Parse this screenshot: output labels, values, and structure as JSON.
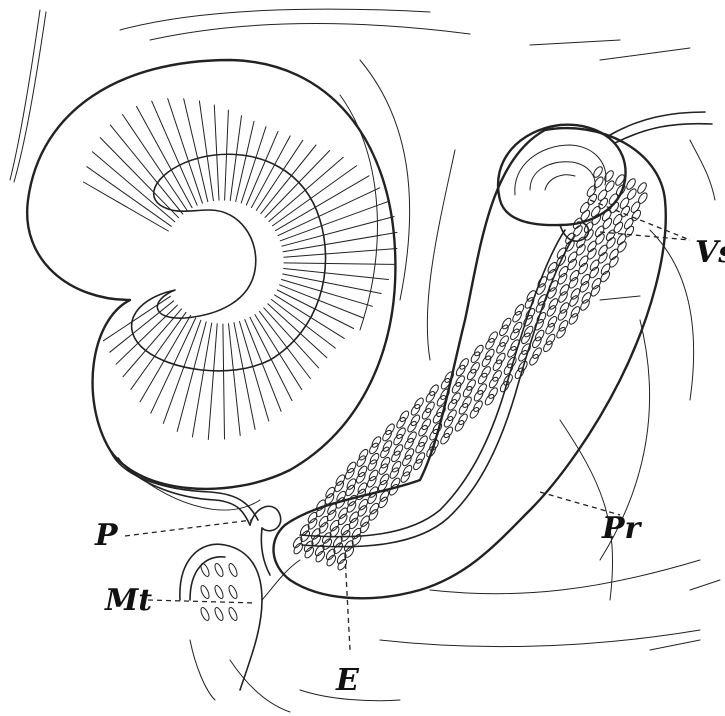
{
  "labels": {
    "vs": "Vs",
    "pr": "Pr",
    "p": "P",
    "mt": "Mt",
    "e": "E"
  },
  "colors": {
    "ink": "#222222",
    "paper": "#ffffff"
  }
}
